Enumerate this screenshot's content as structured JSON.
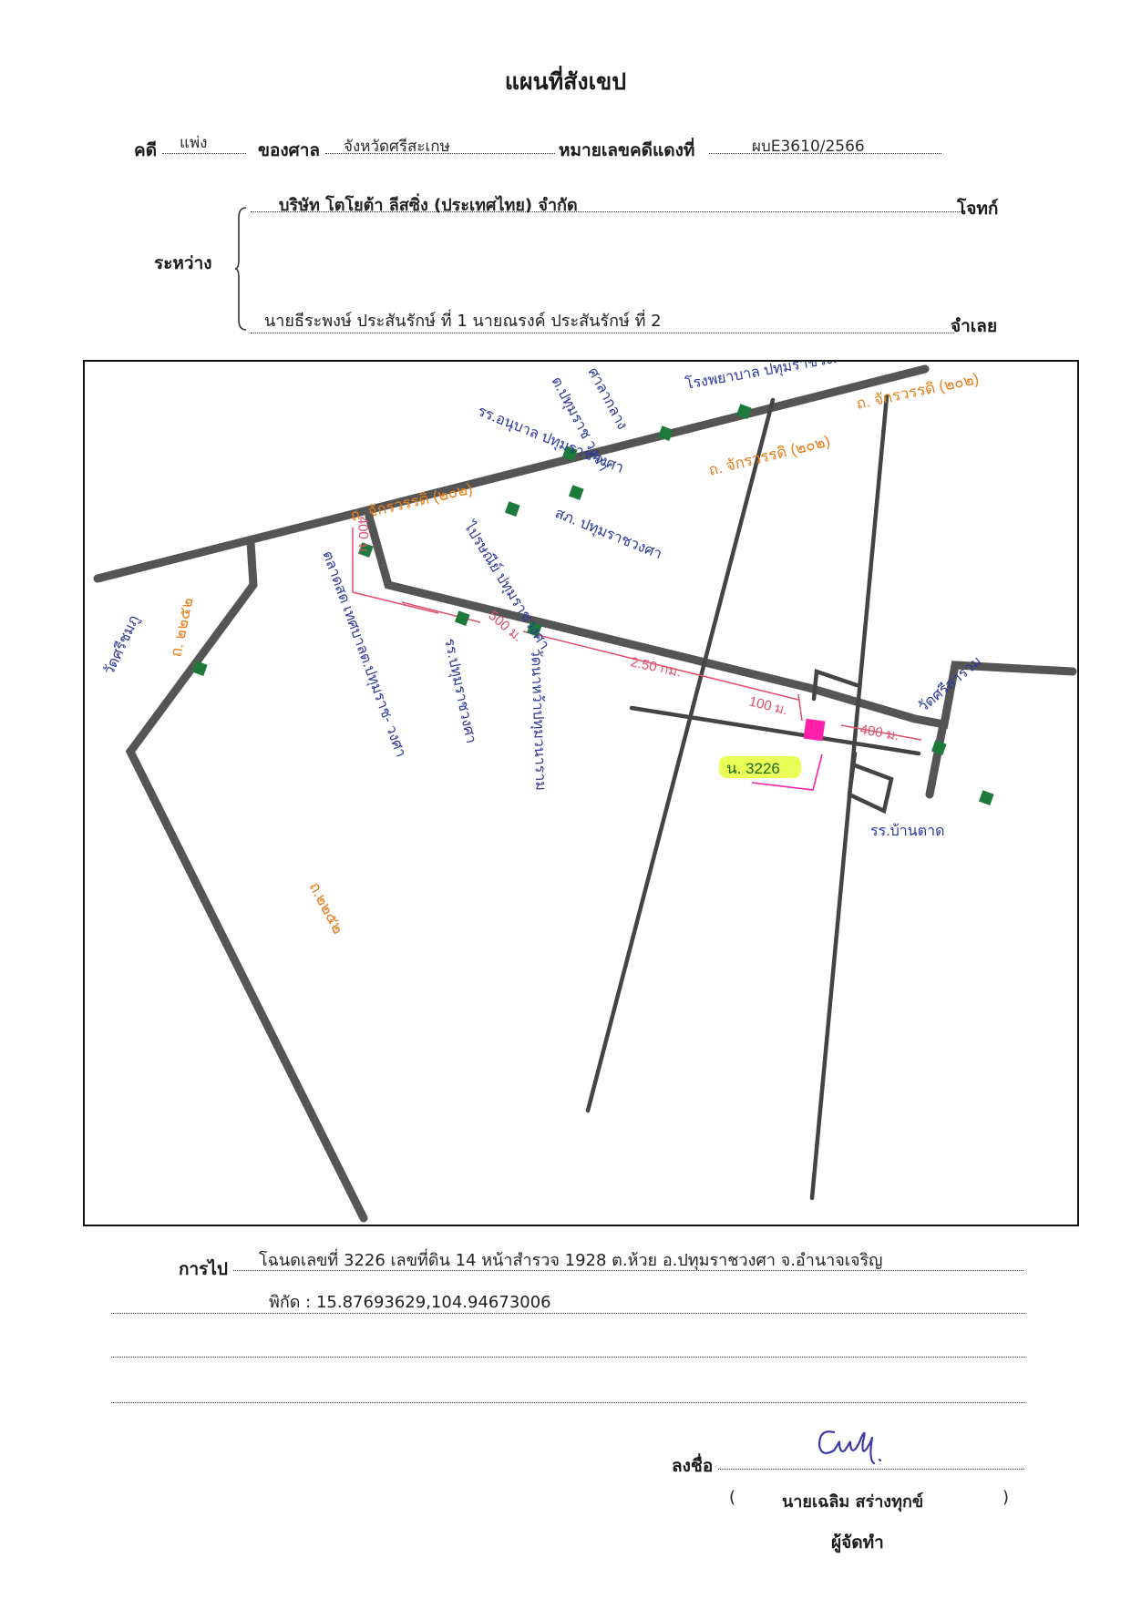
{
  "title": "แผนที่สังเขป",
  "case": {
    "case_label": "คดี",
    "case_type": "แพ่ง",
    "court_label": "ของศาล",
    "court": "จังหวัดศรีสะเกษ",
    "red_no_label": "หมายเลขคดีแดงที่",
    "red_no": "ผบE3610/2566"
  },
  "parties": {
    "between_label": "ระหว่าง",
    "plaintiff": "บริษัท โตโยต้า ลีสซิ่ง (ประเทศไทย) จำกัด",
    "plaintiff_label": "โจทก์",
    "defendant": "นายธีระพงษ์ ประสันรักษ์ ที่ 1 นายณรงค์ ประสันรักษ์ ที่ 2",
    "defendant_label": "จำเลย"
  },
  "map": {
    "road_202_labels": [
      "ถ. จักรวรรดิ (๒๐๒)",
      "ถ. จักรวรรดิ (๒๐๒)",
      "ถ. จักรวรรดิ (๒๐๒)"
    ],
    "road_2252_labels": [
      "ถ. ๒๒๕๒",
      "ถ.๒๒๕๒"
    ],
    "places": [
      "รร.อนุบาล ปทุมราชวงศา",
      "ต.ปทุมราช วงศา",
      "ศาลากลาง",
      "โรงพยาบาล ปทุมราชวงศา",
      "ไปรษณีย์ ปทุมราชวงศา",
      "สภ. ปทุมราชวงศา",
      "ตลาดสด เทศบาลต.ปทุมราช- วงศา",
      "วัดศรีชมภู",
      "รร.ปทุมราชวงศา",
      "วัดนาหว้าปทุมวนาราม",
      "วัดศรีสารวม",
      "รร.บ้านตาด"
    ],
    "distances": [
      "400 ม.",
      "500 ม.",
      "2.50 กม.",
      "100 ม.",
      "400 ม."
    ],
    "parcel_label": "น. 3226",
    "colors": {
      "road": "#555555",
      "road_label": "#e8801e",
      "place_text": "#2a3a9a",
      "landmark": "#1e7a3a",
      "distance": "#e0506a",
      "parcel": "#ff1fa8",
      "highlight": "#e6ff3a",
      "parcel_text": "#1a6a1a"
    }
  },
  "footer": {
    "directions_label": "การไป",
    "directions": "โฉนดเลขที่ 3226 เลขที่ดิน 14 หน้าสำรวจ 1928 ต.ห้วย อ.ปทุมราชวงศา จ.อำนาจเจริญ",
    "coords": "พิกัด : 15.87693629,104.94673006",
    "sign_label": "ลงชื่อ",
    "signer": "นายเฉลิม สร่างทุกข์",
    "role": "ผู้จัดทำ"
  }
}
